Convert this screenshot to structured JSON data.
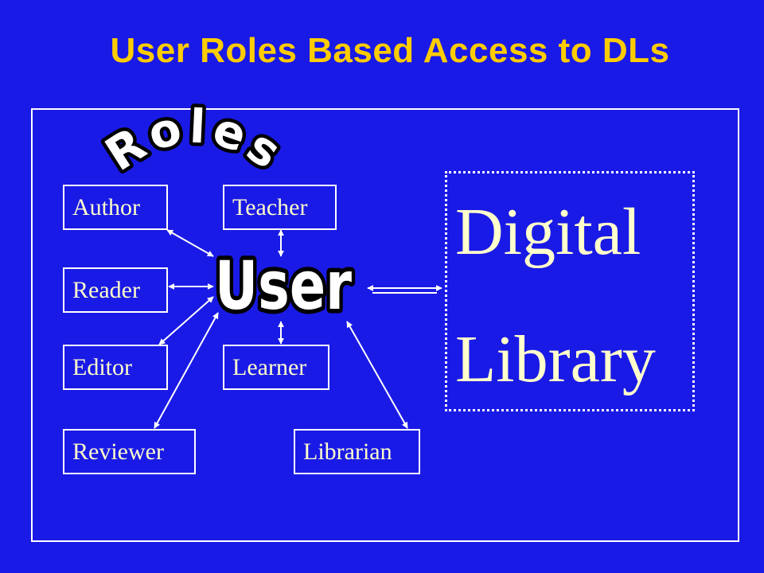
{
  "slide": {
    "title": "User Roles Based Access to DLs"
  },
  "diagram": {
    "roles_label": "Roles",
    "center_label": "User",
    "roles": [
      {
        "id": "author",
        "label": "Author"
      },
      {
        "id": "teacher",
        "label": "Teacher"
      },
      {
        "id": "reader",
        "label": "Reader"
      },
      {
        "id": "editor",
        "label": "Editor"
      },
      {
        "id": "learner",
        "label": "Learner"
      },
      {
        "id": "reviewer",
        "label": "Reviewer"
      },
      {
        "id": "librarian",
        "label": "Librarian"
      }
    ],
    "library": {
      "line1": "Digital",
      "line2": "Library"
    }
  },
  "colors": {
    "background": "#1a1ae6",
    "title": "#ffcc00",
    "text": "#ffffcc",
    "lines": "#ffffff"
  }
}
